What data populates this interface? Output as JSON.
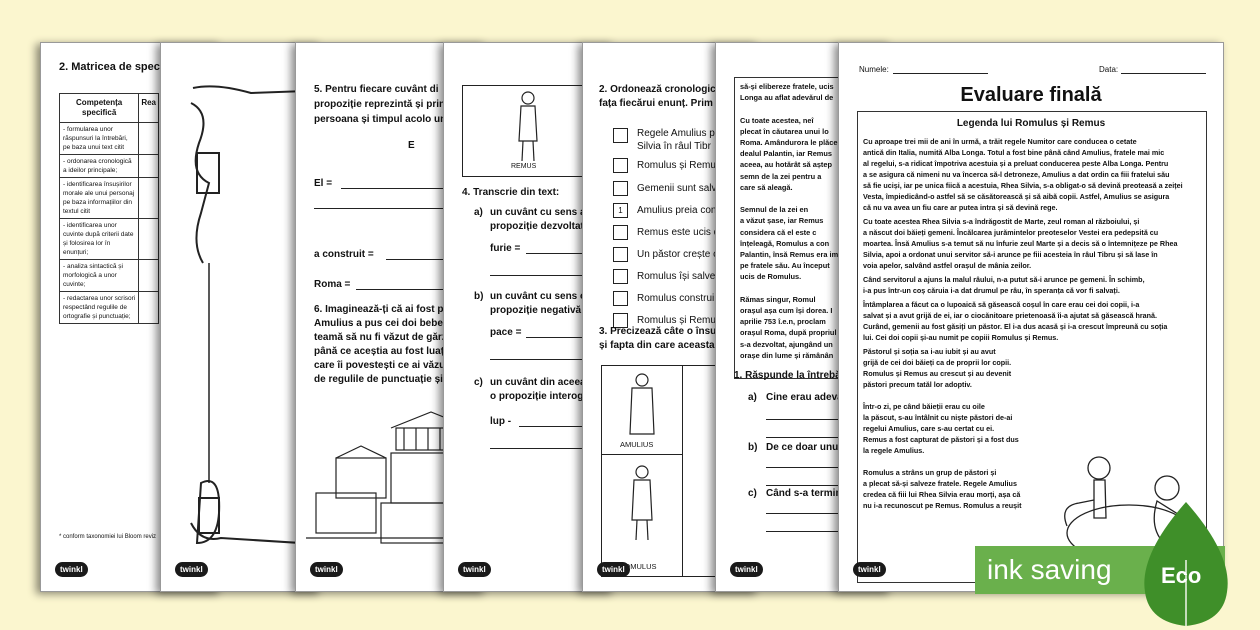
{
  "brand": "twinkl",
  "p1": {
    "title": "2. Matricea de spec",
    "col1": "Competența specifică",
    "col2": "Rea",
    "rows": [
      "- formularea unor răspunsuri la întrebări, pe baza unui text citit",
      "- ordonarea cronologică a ideilor principale;",
      "- identificarea însușirilor morale ale unui personaj pe baza informațiilor din textul citit",
      "- identificarea unor cuvinte după criterii date și folosirea lor în enunțuri;",
      "- analiza sintactică și morfologică a unor cuvinte;",
      "- redactarea unor scrisori respectând regulile de ortografie și punctuație;"
    ],
    "footnote": "* conform taxonomiei lui Bloom reviz"
  },
  "p3": {
    "lines": [
      "5. Pentru fiecare cuvânt di",
      "propoziție reprezintă și prin",
      "persoana și timpul acolo un"
    ],
    "e": "E",
    "el": "El =",
    "construit": "a construit =",
    "roma": "Roma =",
    "q6": [
      "6. Imaginează-ți că ai fost po",
      "Amulius a pus cei doi bebe",
      "teamă să nu fi văzut de gărz",
      "până ce aceștia au fost luați",
      "care îi povestești ce ai văzut",
      "de regulile de punctuație și"
    ]
  },
  "p4": {
    "remus": "REMUS",
    "q4": "4. Transcrie din text:",
    "a": [
      "a)",
      "un cuvânt cu sens ase",
      "propoziție dezvoltată,"
    ],
    "furie": "furie =",
    "b": [
      "b)",
      "un cuvânt cu sens op",
      "propoziție negativă;"
    ],
    "pace": "pace =",
    "c": [
      "c)",
      "un cuvânt din aceeaș",
      "o propoziție interogat"
    ],
    "lup": "lup -"
  },
  "p5": {
    "q2": [
      "2. Ordonează cronologic",
      "fața fiecărui enunț. Prim"
    ],
    "items": [
      "Regele Amulius p",
      "Silvia în râul Tibr",
      "Romulus și Remus",
      "Gemenii sunt salv",
      "Amulius preia con",
      "Remus este ucis de",
      "Un păstor crește c",
      "Romulus își salve",
      "Romulus construi",
      "Romulus și Remus"
    ],
    "first_number": "1",
    "q3": [
      "3. Precizează câte o însușir",
      "și fapta din care aceasta"
    ],
    "amulius": "AMULIUS",
    "romulus": "ROMULUS"
  },
  "p6": {
    "text": [
      "să-și elibereze fratele, ucis",
      "Longa au aflat adevărul de",
      "",
      "Cu toate acestea, neî",
      "plecat în căutarea unui lo",
      "Roma. Amândurora le plăce",
      "dealul Palantin, iar Remus",
      "aceea, au hotărât să aștep",
      "semn de la zei pentru a",
      "care să aleagă.",
      "",
      "Semnul de la zei en",
      "a văzut șase, iar Remus",
      "considera că el este c",
      "înțeleagă, Romulus a con",
      "Palantin, însă Remus era im",
      "pe fratele său. Au început",
      "ucis de Romulus.",
      "",
      "Rămas singur, Romul",
      "orașul așa cum își dorea. I",
      "aprilie 753 î.e.n, proclam",
      "orașul Roma, după propriul",
      "s-a dezvoltat, ajungând un",
      "orașe din lume și rămânân"
    ],
    "q1": "1. Răspunde la întrebă",
    "qa": [
      "a)",
      "Cine erau adevăr"
    ],
    "qb": [
      "b)",
      "De ce doar unul d"
    ],
    "qc": [
      "c)",
      "Când s-a termin"
    ]
  },
  "p7": {
    "nume": "Numele:",
    "data": "Data:",
    "title": "Evaluare finală",
    "subtitle": "Legenda lui Romulus și Remus",
    "para1": [
      "Cu aproape trei mii de ani în urmă, a trăit regele Numitor care conducea o cetate",
      "antică din Italia, numită Alba Longa. Totul a fost bine până când Amulius, fratele mai mic",
      "al regelui, s-a ridicat împotriva acestuia și a preluat conducerea peste Alba Longa. Pentru",
      "a se asigura că nimeni nu va încerca să-l detroneze, Amulius a dat ordin ca fiii fratelui său",
      "să fie uciși, iar pe unica fiică a acestuia, Rhea Silvia, s-a obligat-o să devină preoteasă a zeiței",
      "Vesta, împiedicând-o astfel să se căsătorească și să aibă copii. Astfel, Amulius se asigura",
      "că nu va avea un fiu care ar putea intra și să devină rege."
    ],
    "para2": [
      "Cu toate acestea Rhea Silvia s-a îndrăgostit de Marte, zeul roman al războiului, și",
      "a născut doi băieți gemeni. Încălcarea jurămintelor preoteselor Vestei era pedepsită cu",
      "moartea. Însă Amulius s-a temut să nu înfurie zeul Marte și a decis să o întemnițeze pe Rhea",
      "Silvia, apoi a ordonat unui servitor să-i arunce pe fiii acesteia în râul Tibru și să lase în",
      "voia apelor, salvând astfel orașul de mânia zeilor."
    ],
    "para3": [
      "Când servitorul a ajuns la malul râului, n-a putut să-i arunce pe gemeni. În schimb,",
      "i-a pus într-un coș căruia i-a dat drumul pe râu, în speranța că vor fi salvați."
    ],
    "para4": [
      "Întâmplarea a făcut ca o lupoaică să găsească coșul în care erau cei doi copii, i-a",
      "salvat și a avut grijă de ei, iar o ciocănitoare prietenoasă îi-a ajutat să găsească hrană.",
      "Curând, gemenii au fost găsiți un păstor. El i-a dus acasă și i-a crescut împreună cu soția",
      "lui. Cei doi copii și-au numit pe copiii Romulus și Remus."
    ],
    "para5": [
      "Păstorul și soția sa i-au iubit și au avut",
      "grijă de cei doi băieți ca de proprii lor copii.",
      "Romulus și Remus au crescut și au devenit",
      "păstori precum tatăl lor adoptiv.",
      "",
      "Într-o zi, pe când băieții erau cu oile",
      "la păscut, s-au întâlnit cu niște păstori de-ai",
      "regelui Amulius, care s-au certat cu ei.",
      "Remus a fost capturat de păstori și a fost dus",
      "la regele Amulius.",
      "",
      "Romulus a strâns un grup de păstori și",
      "a plecat să-și salveze fratele. Regele Amulius",
      "credea că fiii lui Rhea Silvia erau morți, așa că",
      "nu i-a recunoscut pe Remus. Romulus a reușit"
    ]
  },
  "badge": {
    "ink": "ink saving",
    "eco": "Eco",
    "color": "#6ab04c"
  }
}
